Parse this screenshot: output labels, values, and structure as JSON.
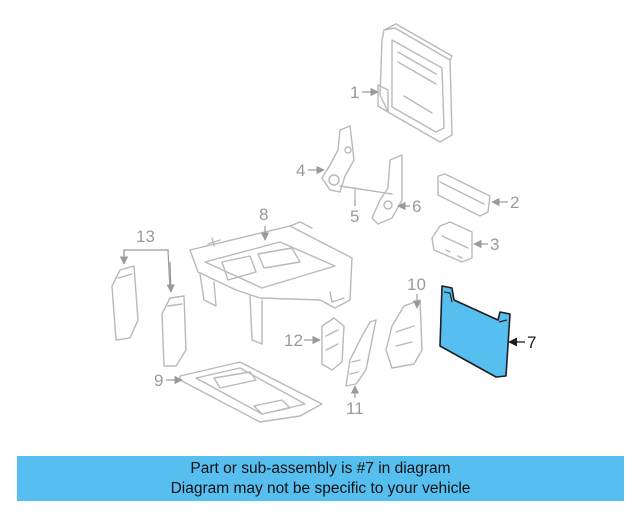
{
  "diagram": {
    "callouts": {
      "c1": "1",
      "c2": "2",
      "c3": "3",
      "c4": "4",
      "c5": "5",
      "c6": "6",
      "c7": "7",
      "c8": "8",
      "c9": "9",
      "c10": "10",
      "c11": "11",
      "c12": "12",
      "c13": "13"
    },
    "highlighted_part": "7",
    "highlight_color": "#57bff0"
  },
  "banner": {
    "line1": "Part or sub-assembly is #7 in diagram",
    "line2": "Diagram may not be specific to your vehicle",
    "background": "#57bff0"
  }
}
